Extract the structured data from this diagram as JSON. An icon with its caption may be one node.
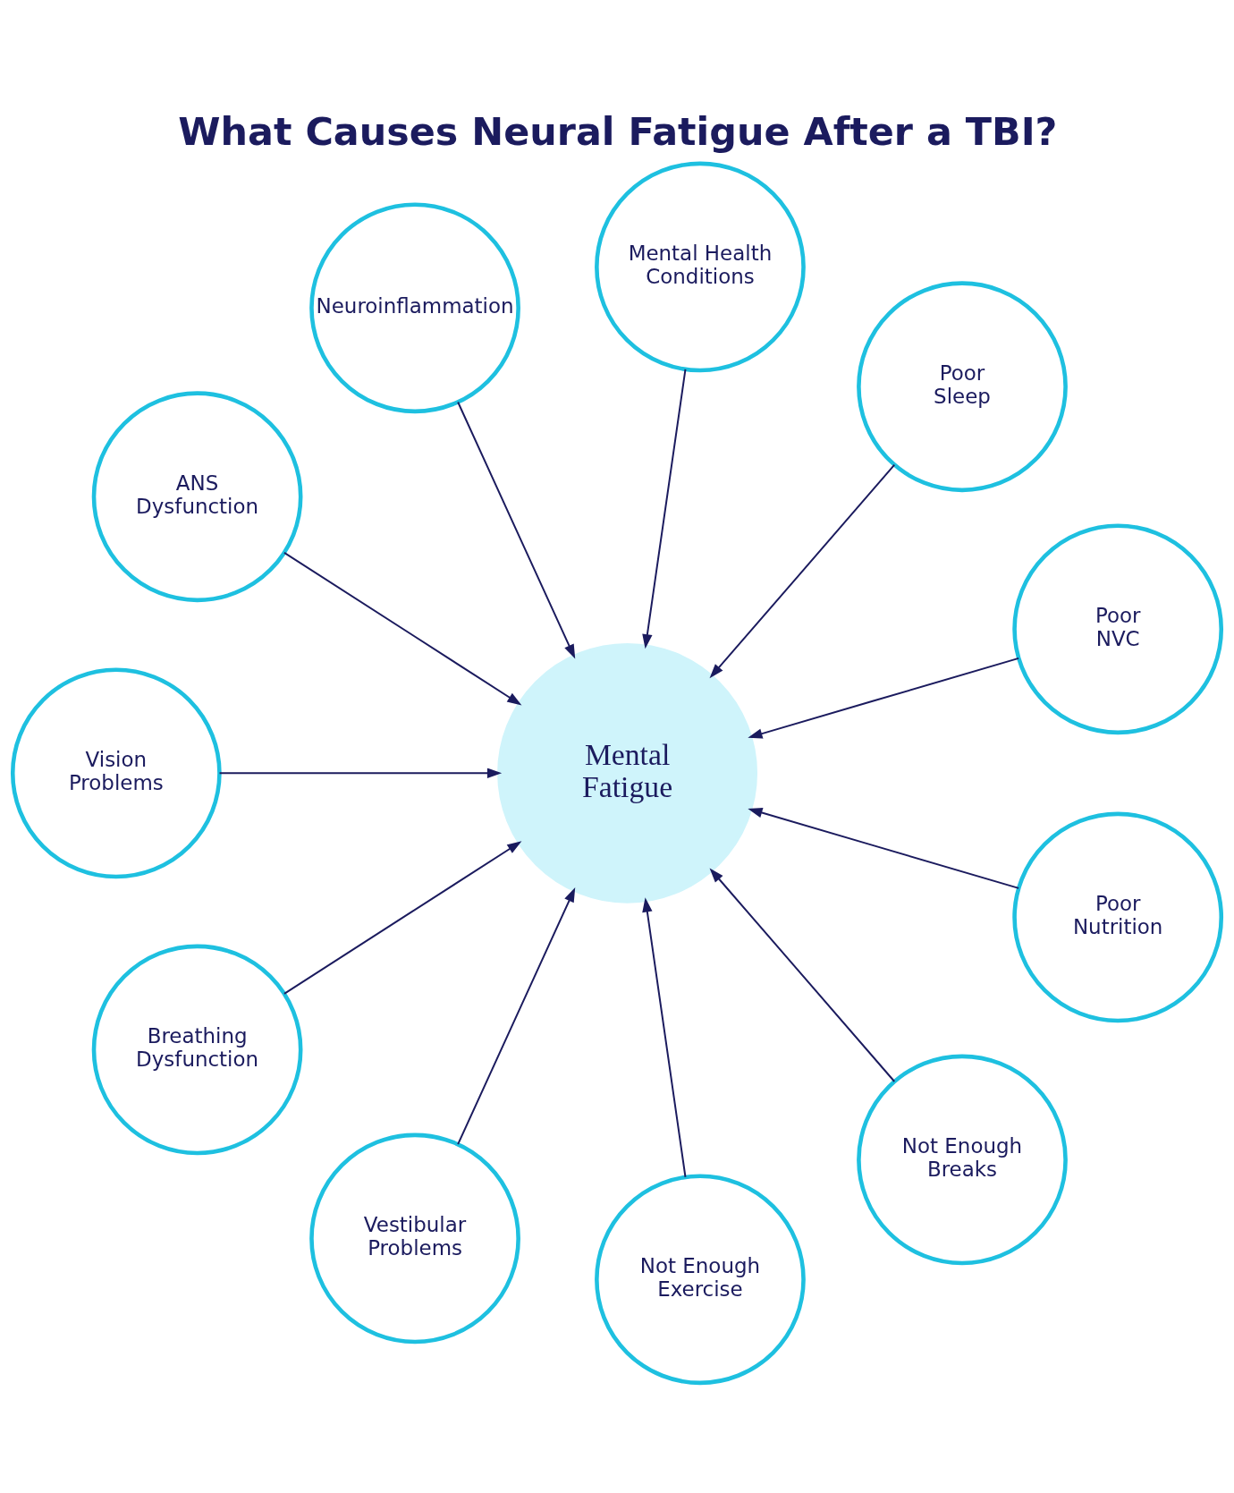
{
  "diagram": {
    "title": "What Causes Neural Fatigue After a TBI?",
    "nodes": [
      {
        "text": [
          "Poor NVC"
        ]
      },
      {
        "text": [
          "Poor Sleep"
        ]
      },
      {
        "text": [
          "Mental Health Conditions"
        ]
      },
      {
        "text": [
          "Neuroinflammation"
        ]
      },
      {
        "text": [
          "Mental Fatigue"
        ]
      },
      {
        "text": [
          "ANS Dysfunction"
        ]
      },
      {
        "text": [
          "Vision Problems"
        ]
      },
      {
        "text": [
          "Breathing Dysfunction"
        ]
      },
      {
        "text": [
          "Vestibular Problems"
        ]
      },
      {
        "text": [
          "Not Enough Exercise"
        ]
      },
      {
        "text": [
          "Not Enough Breaks"
        ]
      },
      {
        "text": [
          "Poor Nutrition"
        ]
      }
    ],
    "edges": [
      {
        "from": 0,
        "to": 4,
        "arrow": "to"
      },
      {
        "from": 1,
        "to": 4,
        "arrow": "to"
      },
      {
        "from": 2,
        "to": 4,
        "arrow": "to"
      },
      {
        "from": 3,
        "to": 4,
        "arrow": "to"
      },
      {
        "from": 5,
        "to": 4,
        "arrow": "to"
      },
      {
        "from": 6,
        "to": 4,
        "arrow": "to"
      },
      {
        "from": 7,
        "to": 4,
        "arrow": "to"
      },
      {
        "from": 8,
        "to": 4,
        "arrow": "to"
      },
      {
        "from": 9,
        "to": 4,
        "arrow": "to"
      },
      {
        "from": 10,
        "to": 4,
        "arrow": "to"
      },
      {
        "from": 11,
        "to": 4,
        "arrow": "to"
      }
    ]
  }
}
